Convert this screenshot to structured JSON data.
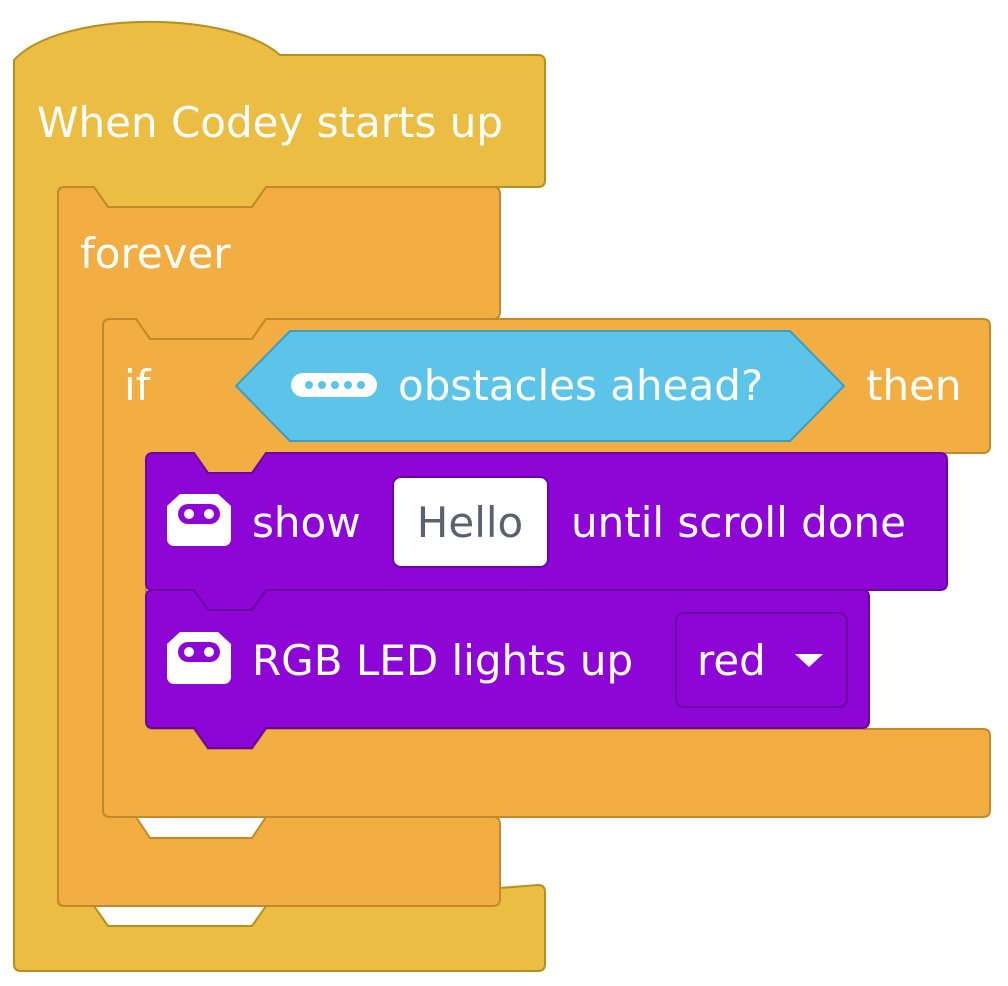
{
  "hat_block": {
    "label": "When Codey starts up",
    "color": "#EBBE43",
    "stroke": "#B58F22"
  },
  "forever_block": {
    "label": "forever",
    "color": "#F2AE42",
    "stroke": "#C28A2A"
  },
  "if_block": {
    "keyword_if": "if",
    "keyword_then": "then",
    "condition": {
      "label": "obstacles ahead?",
      "color": "#5CC4E8",
      "stroke": "#3E9DC2",
      "icon": "obstacle-sensor-icon"
    }
  },
  "show_block": {
    "icon": "codey-robot-icon",
    "label_prefix": "show",
    "text_value": "Hello",
    "label_suffix": "until scroll done",
    "color": "#8E06D6",
    "stroke": "#6A04A3"
  },
  "led_block": {
    "icon": "codey-robot-icon",
    "label": "RGB LED lights up",
    "dropdown_value": "red",
    "dropdown_icon": "caret-down-icon",
    "color": "#8E06D6",
    "stroke": "#6A04A3"
  }
}
